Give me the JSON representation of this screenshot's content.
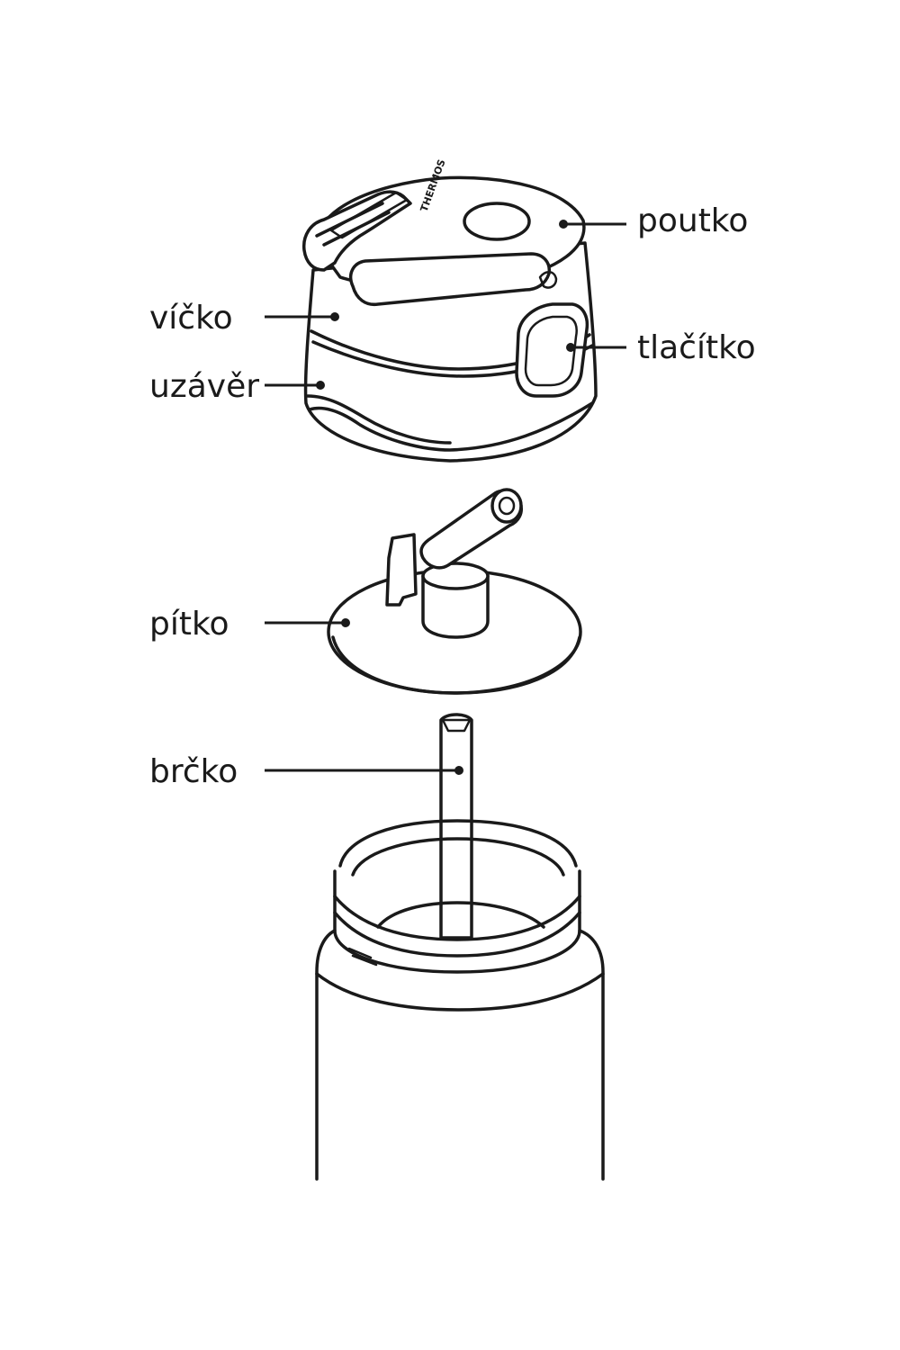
{
  "labels": {
    "poutko": "poutko",
    "vicko": "víčko",
    "tlacitko": "tlačítko",
    "uzaver": "uzávěr",
    "pitko": "pítko",
    "brcko": "brčko"
  },
  "brand": {
    "logo_text": "THERMOS"
  },
  "colors": {
    "line": "#1a1a1a",
    "background": "#ffffff"
  }
}
